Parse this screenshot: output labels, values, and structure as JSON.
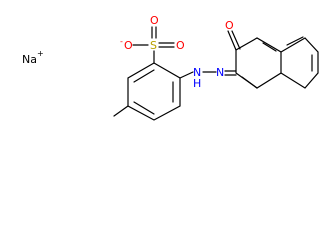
{
  "molecule": {
    "counter_ion": {
      "element": "Na",
      "charge": "+"
    },
    "atoms": {
      "sulfonate_oxygen_anion": {
        "element": "O",
        "charge": "-"
      },
      "sulfur": {
        "element": "S"
      },
      "sulfonyl_oxygen_top": {
        "element": "O"
      },
      "sulfonyl_oxygen_right": {
        "element": "O"
      },
      "amine_nitrogen": {
        "element": "N",
        "hydrogen": "H"
      },
      "azo_nitrogen": {
        "element": "N"
      },
      "carbonyl_oxygen": {
        "element": "O"
      }
    },
    "colors": {
      "oxygen": "#ff0000",
      "nitrogen": "#0000ff",
      "sulfur": "#b8a000",
      "carbon_bond": "#000000",
      "sodium": "#000000"
    }
  }
}
